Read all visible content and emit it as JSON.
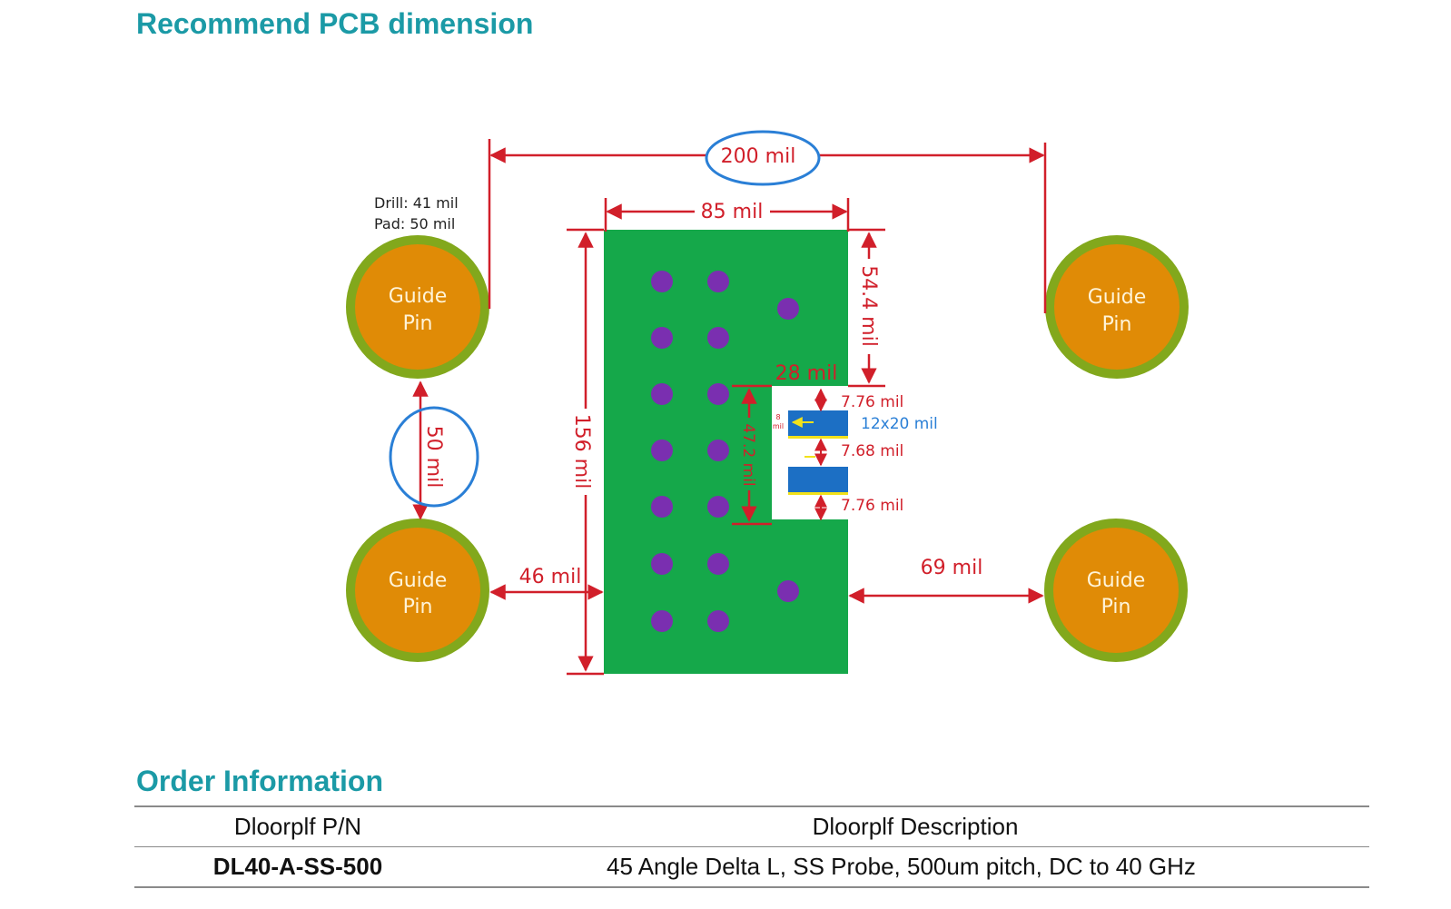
{
  "sections": {
    "pcb_title": "Recommend PCB dimension",
    "order_title": "Order Information"
  },
  "diagram": {
    "pin_label_line1": "Guide",
    "pin_label_line2": "Pin",
    "drill_note": "Drill: 41 mil",
    "pad_note": "Pad: 50 mil",
    "dim_200": "200 mil",
    "dim_85": "85 mil",
    "dim_54_4": "54.4 mil",
    "dim_156": "156 mil",
    "dim_50": "50 mil",
    "dim_28": "28 mil",
    "dim_47_2": "47.2 mil",
    "dim_7_76_top": "7.76 mil",
    "dim_12x20": "12x20 mil",
    "dim_7_68": "7.68 mil",
    "dim_7_76_bottom": "7.76 mil",
    "dim_8_line1": "8",
    "dim_8_line2": "mil",
    "dim_46": "46 mil",
    "dim_69": "69 mil",
    "colors": {
      "board": "#15a84a",
      "via": "#7a2fb0",
      "pin_core": "#e08b06",
      "pin_ring": "#82a81c",
      "dimension": "#d11f2a",
      "highlight": "#2a7fd6",
      "pad": "#1c6fc4"
    }
  },
  "order_table": {
    "headers": [
      "Dloorplf P/N",
      "Dloorplf Description"
    ],
    "rows": [
      {
        "pn": "DL40-A-SS-500",
        "description": "45 Angle Delta L, SS Probe, 500um pitch, DC to 40 GHz"
      }
    ]
  }
}
